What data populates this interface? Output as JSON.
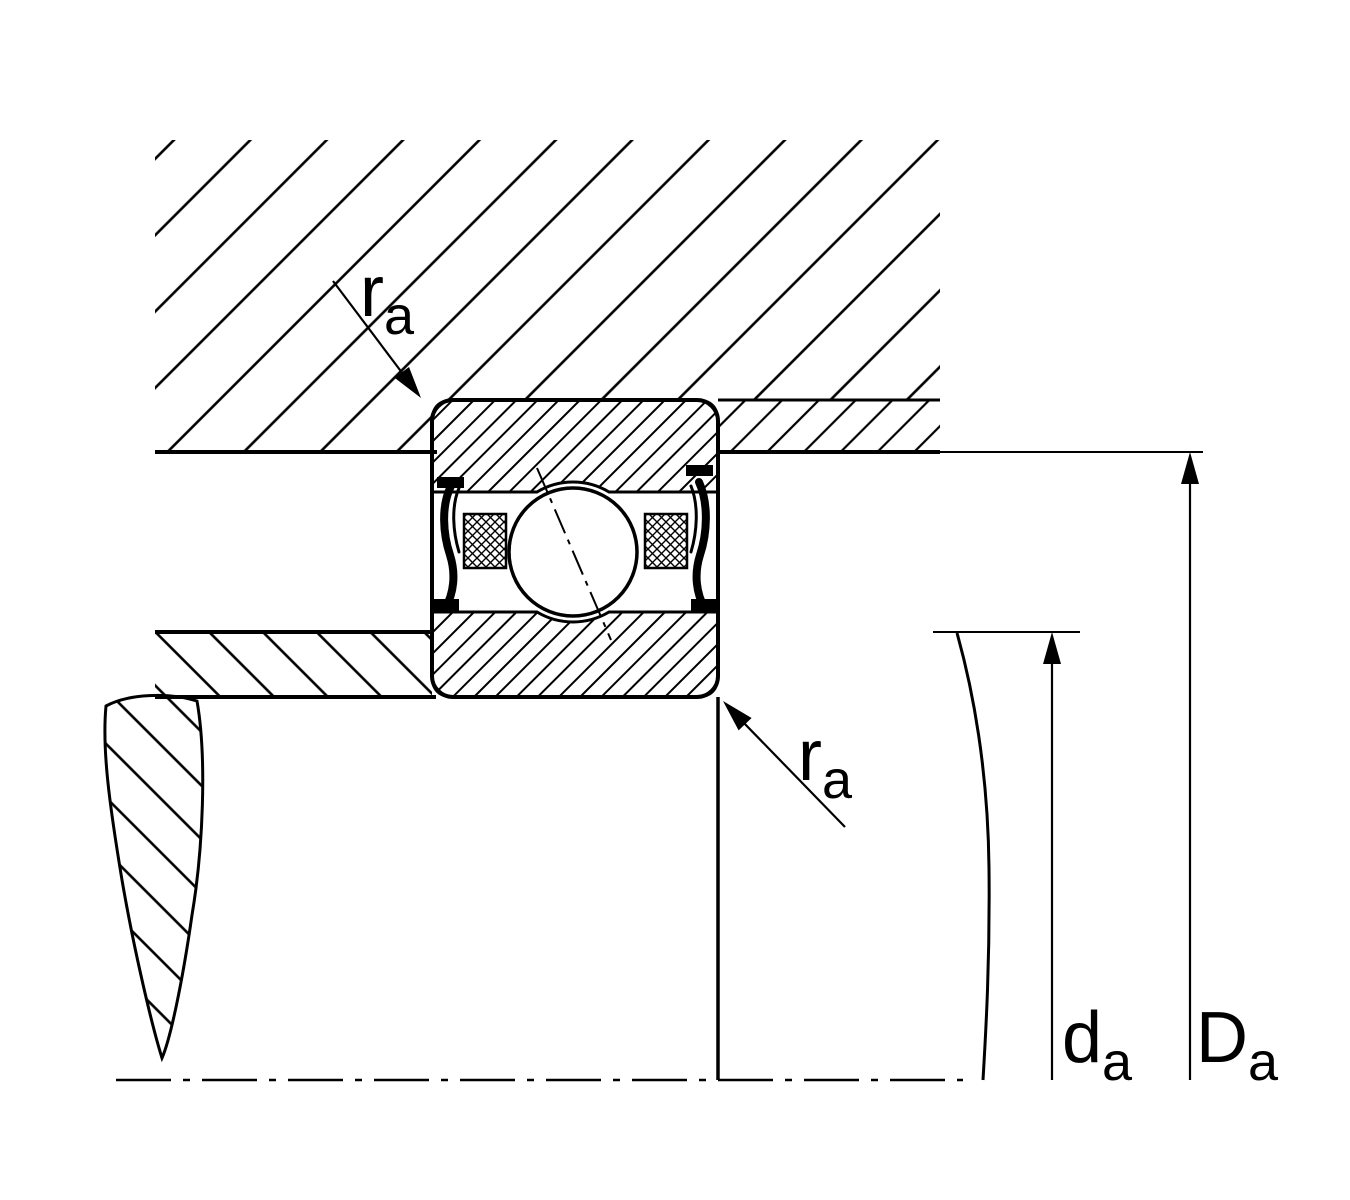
{
  "labels": {
    "ra_top": {
      "base": "r",
      "sub": "a"
    },
    "ra_bottom": {
      "base": "r",
      "sub": "a"
    },
    "da": {
      "base": "d",
      "sub": "a"
    },
    "Da": {
      "base": "D",
      "sub": "a"
    }
  },
  "colors": {
    "line": "#000000",
    "background": "#ffffff"
  }
}
